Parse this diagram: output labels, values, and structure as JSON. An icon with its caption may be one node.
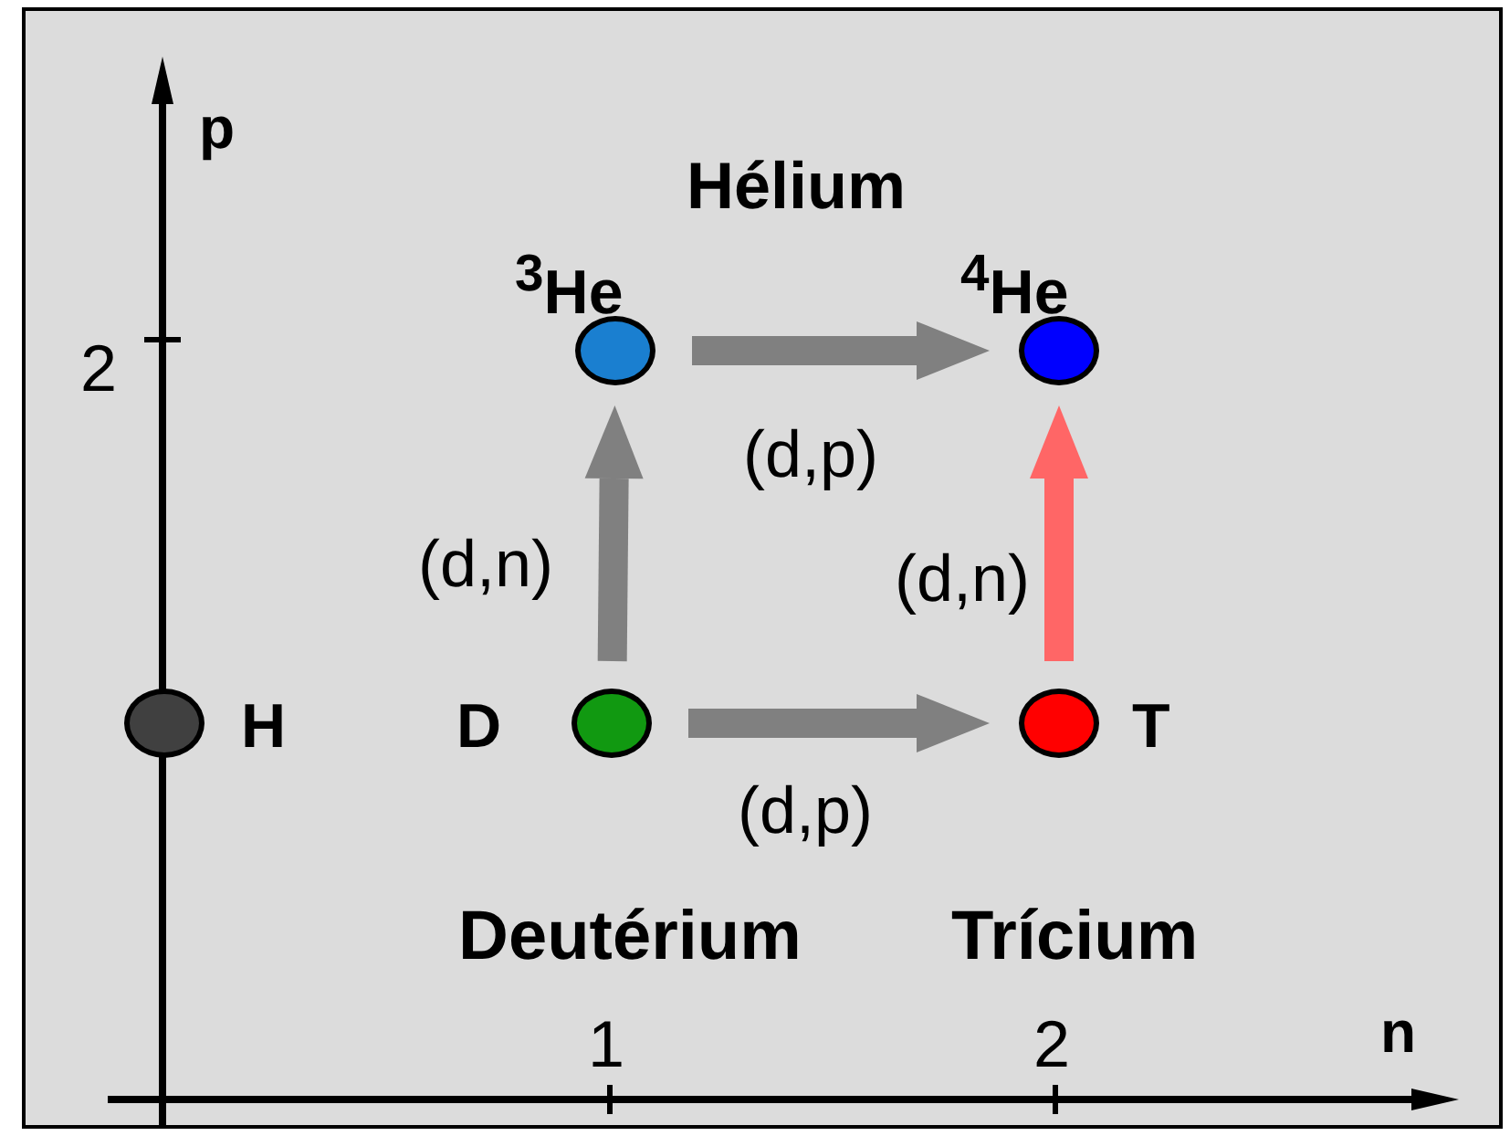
{
  "diagram": {
    "nodes": [
      {
        "text": [],
        "shape": "circle",
        "beside": [
          "H"
        ]
      },
      {
        "text": [],
        "shape": "circle",
        "beside": [
          "D"
        ]
      },
      {
        "text": [],
        "shape": "circle",
        "beside": [
          "T"
        ]
      },
      {
        "text": [],
        "shape": "circle",
        "beside": [
          "$^{3}$He"
        ]
      },
      {
        "text": [],
        "shape": "circle",
        "beside": [
          "$^{4}$He"
        ]
      }
    ],
    "edges": [
      {
        "from": 3,
        "to": 4,
        "arrow": "to",
        "label": "(d,p)"
      },
      {
        "from": 1,
        "to": 3,
        "arrow": "to",
        "label": "(d,n)"
      },
      {
        "from": 2,
        "to": 4,
        "arrow": "to",
        "label": "(d,n)",
        "color": "#ff6666"
      },
      {
        "from": 1,
        "to": 2,
        "arrow": "to",
        "label": "(d,p)"
      }
    ],
    "labels": [
      "p",
      "Hélium",
      "2",
      "Deutérium",
      "Trícium",
      "1",
      "2",
      "n"
    ]
  }
}
